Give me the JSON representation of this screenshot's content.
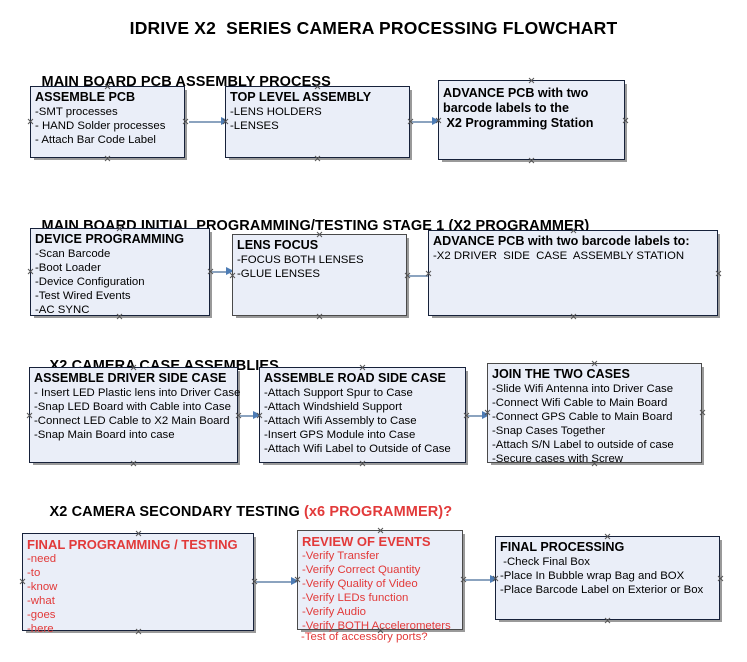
{
  "document": {
    "title": "IDRIVE X2  SERIES CAMERA PROCESSING FLOWCHART",
    "accent_red": "#e23a3a",
    "box_fill": "#eaeef8",
    "box_border": "#16213a",
    "arrow_color": "#8ba3bf"
  },
  "sections": [
    {
      "heading": "MAIN BOARD PCB ASSEMBLY PROCESS",
      "heading_red": "",
      "boxes": [
        {
          "title": "ASSEMBLE PCB",
          "lines": [
            "-SMT processes",
            "- HAND Solder processes",
            "- Attach Bar Code Label"
          ]
        },
        {
          "title": "TOP LEVEL ASSEMBLY",
          "lines": [
            "-LENS HOLDERS",
            "-LENSES"
          ]
        },
        {
          "title": "ADVANCE PCB with two",
          "lines": [
            "barcode labels to the",
            " X2 Programming Station"
          ]
        }
      ]
    },
    {
      "heading": "MAIN BOARD INITIAL PROGRAMMING/TESTING STAGE 1 (X2 PROGRAMMER)",
      "heading_red": "",
      "boxes": [
        {
          "title": "DEVICE PROGRAMMING",
          "lines": [
            "-Scan Barcode",
            "-Boot Loader",
            "-Device Configuration",
            "-Test Wired Events",
            "-AC SYNC"
          ]
        },
        {
          "title": "LENS FOCUS",
          "lines": [
            "-FOCUS BOTH LENSES",
            "-GLUE LENSES"
          ]
        },
        {
          "title": "ADVANCE PCB with two barcode labels to:",
          "lines": [
            "-X2 DRIVER  SIDE  CASE  ASSEMBLY STATION"
          ]
        }
      ]
    },
    {
      "heading": "X2 CAMERA CASE ASSEMBLIES",
      "heading_red": "",
      "boxes": [
        {
          "title": "ASSEMBLE DRIVER SIDE CASE",
          "lines": [
            "- Insert LED Plastic lens into Driver Case",
            "-Snap LED Board with Cable into Case",
            "-Connect LED Cable to X2 Main Board",
            "-Snap Main Board into case"
          ]
        },
        {
          "title": "ASSEMBLE ROAD SIDE CASE",
          "lines": [
            "-Attach Support Spur to Case",
            "-Attach Windshield Support",
            "-Attach Wifi Assembly to Case",
            "-Insert GPS Module into Case",
            "-Attach Wifi Label to Outside of Case"
          ]
        },
        {
          "title": "JOIN THE TWO CASES",
          "lines": [
            "-Slide Wifi Antenna into Driver Case",
            "-Connect Wifi Cable to Main Board",
            "-Connect GPS Cable to Main Board",
            "-Snap Cases Together",
            "-Attach S/N Label to outside of case",
            "-Secure cases with Screw"
          ]
        }
      ]
    },
    {
      "heading": "X2 CAMERA SECONDARY TESTING ",
      "heading_red": "(x6 PROGRAMMER)?",
      "boxes": [
        {
          "title": "FINAL PROGRAMMING / TESTING",
          "lines": [
            "-need",
            "-to",
            "-know",
            "-what",
            "-goes",
            "-here"
          ]
        },
        {
          "title": "REVIEW OF EVENTS",
          "lines": [
            "-Verify Transfer",
            "-Verify Correct Quantity",
            "-Verify Quality of Video",
            "-Verify LEDs function",
            "-Verify Audio",
            "-Verify BOTH Accelerometers"
          ],
          "overflow_line": "-Test of accessory ports?"
        },
        {
          "title": "FINAL PROCESSING",
          "lines": [
            " -Check Final Box",
            "-Place In Bubble wrap Bag and BOX",
            "-Place Barcode Label on Exterior or Box"
          ]
        }
      ]
    }
  ]
}
